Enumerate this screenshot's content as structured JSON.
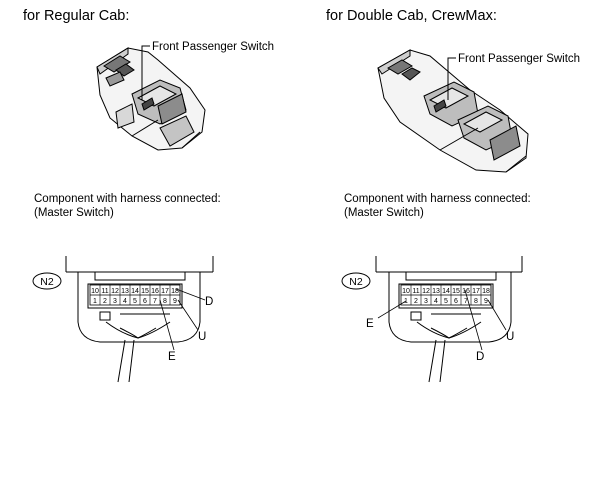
{
  "left_panel": {
    "title": "for Regular Cab:",
    "switch_label": "Front Passenger Switch",
    "component_caption_line1": "Component with harness connected:",
    "component_caption_line2": "(Master Switch)",
    "connector_id": "N2",
    "pins_top": [
      "10",
      "11",
      "12",
      "13",
      "14",
      "15",
      "16",
      "17",
      "18"
    ],
    "pins_bottom": [
      "1",
      "2",
      "3",
      "4",
      "5",
      "6",
      "7",
      "8",
      "9"
    ],
    "callouts": {
      "d": "D",
      "u": "U",
      "e": "E"
    }
  },
  "right_panel": {
    "title": "for Double Cab, CrewMax:",
    "switch_label": "Front Passenger Switch",
    "component_caption_line1": "Component with harness connected:",
    "component_caption_line2": "(Master Switch)",
    "connector_id": "N2",
    "pins_top": [
      "10",
      "11",
      "12",
      "13",
      "14",
      "15",
      "16",
      "17",
      "18"
    ],
    "pins_bottom": [
      "1",
      "2",
      "3",
      "4",
      "5",
      "6",
      "7",
      "8",
      "9"
    ],
    "callouts": {
      "e": "E",
      "u": "U",
      "d": "D"
    }
  }
}
